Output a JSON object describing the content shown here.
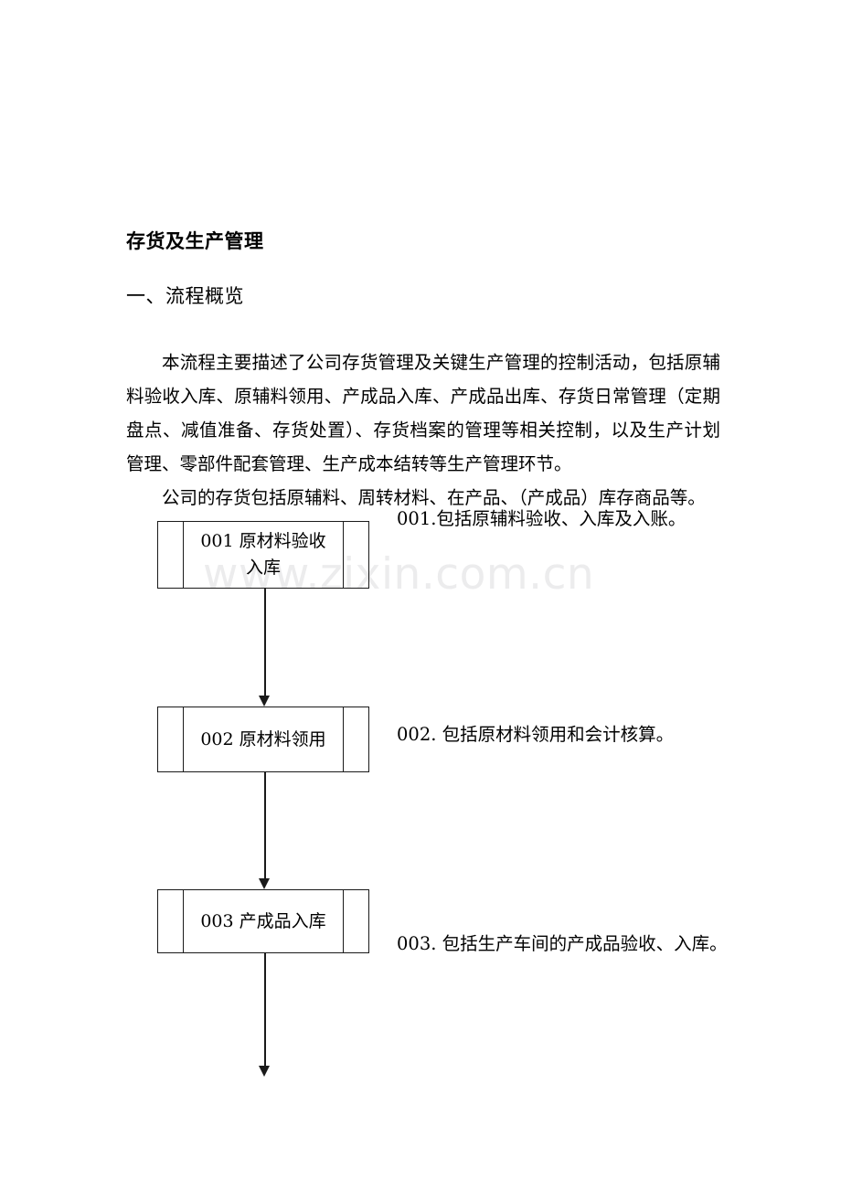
{
  "document": {
    "title": "存货及生产管理",
    "section_heading": "一、流程概览",
    "paragraphs": [
      "本流程主要描述了公司存货管理及关键生产管理的控制活动，包括原辅料验收入库、原辅料领用、产成品入库、产成品出库、存货日常管理（定期盘点、减值准备、存货处置）、存货档案的管理等相关控制，以及生产计划管理、零部件配套管理、生产成本结转等生产管理环节。",
      "公司的存货包括原辅料、周转材料、在产品、（产成品）库存商品等。"
    ],
    "watermark": "www.zixin.com.cn"
  },
  "flowchart": {
    "nodes": [
      {
        "id": "001",
        "label": "001 原材料验收\n入库",
        "shape": "predefined-process"
      },
      {
        "id": "002",
        "label": "002 原材料领用",
        "shape": "predefined-process"
      },
      {
        "id": "003",
        "label": "003 产成品入库",
        "shape": "predefined-process"
      }
    ],
    "notes": [
      {
        "id": "001",
        "text": "001.包括原辅料验收、入库及入账。"
      },
      {
        "id": "002",
        "text": "002.  包括原材料领用和会计核算。"
      },
      {
        "id": "003",
        "text": "003.  包括生产车间的产成品验收、入库。"
      }
    ],
    "connectors": [
      {
        "from": "001",
        "to": "002",
        "style": "arrow-down"
      },
      {
        "from": "002",
        "to": "003",
        "style": "arrow-down"
      },
      {
        "from": "003",
        "to": "next-page",
        "style": "arrow-down"
      }
    ]
  },
  "colors": {
    "text": "#000000",
    "line": "#1a1a1a",
    "watermark": "#ececed",
    "page": "#ffffff"
  }
}
